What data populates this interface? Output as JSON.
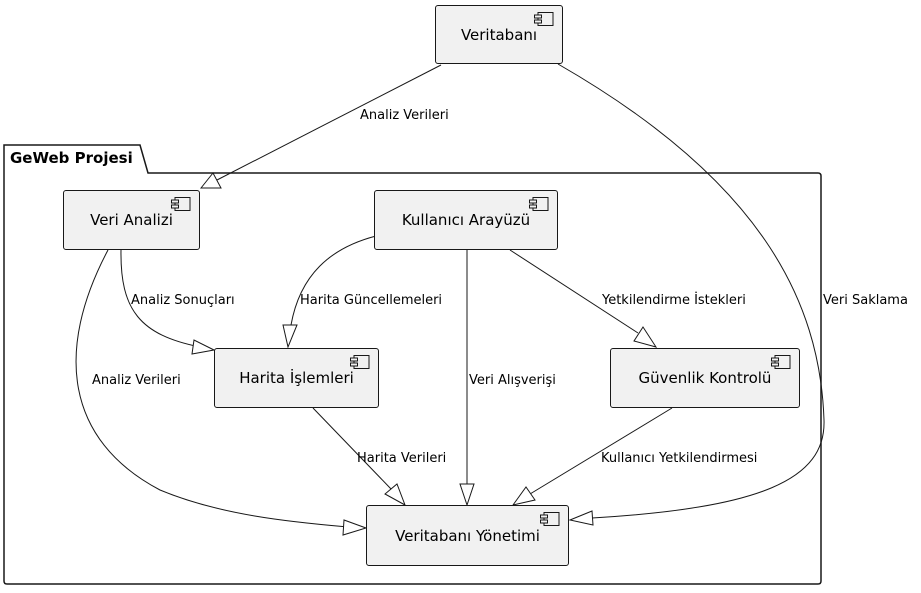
{
  "package": {
    "title": "GeWeb Projesi"
  },
  "components": {
    "veritabani": "Veritabanı",
    "veri_analizi": "Veri Analizi",
    "kullanici_arayuzu": "Kullanıcı Arayüzü",
    "harita_islemleri": "Harita İşlemleri",
    "guvenlik_kontrolu": "Güvenlik Kontrolü",
    "veritabani_yonetimi": "Veritabanı Yönetimi"
  },
  "edges": {
    "db_to_analiz": "Analiz Verileri",
    "analiz_to_harita": "Analiz Sonuçları",
    "analiz_to_yonetim": "Analiz Verileri",
    "ui_to_harita": "Harita Güncellemeleri",
    "ui_to_yonetim": "Veri Alışverişi",
    "ui_to_guvenlik": "Yetkilendirme İstekleri",
    "harita_to_yonetim": "Harita Verileri",
    "guvenlik_to_yonetim": "Kullanıcı Yetkilendirmesi",
    "db_to_yonetim": "Veri Saklama"
  },
  "colors": {
    "box_fill": "#f1f1f1",
    "stroke": "#181818"
  }
}
